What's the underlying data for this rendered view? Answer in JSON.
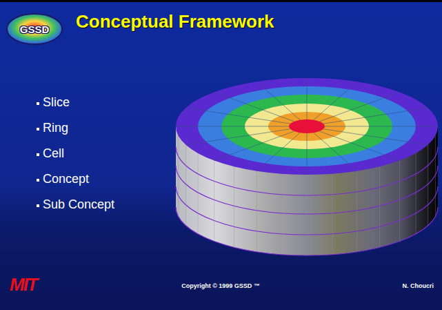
{
  "diagram": {
    "title": "Conceptual Framework",
    "nodes": [
      {
        "text": [
          "GSSD"
        ]
      }
    ],
    "labels": [
      "Slice",
      "Ring",
      "Cell",
      "Concept",
      "Sub Concept",
      "MIT",
      "Copyright © 1999 GSSD ™",
      "N. Choucri"
    ]
  }
}
